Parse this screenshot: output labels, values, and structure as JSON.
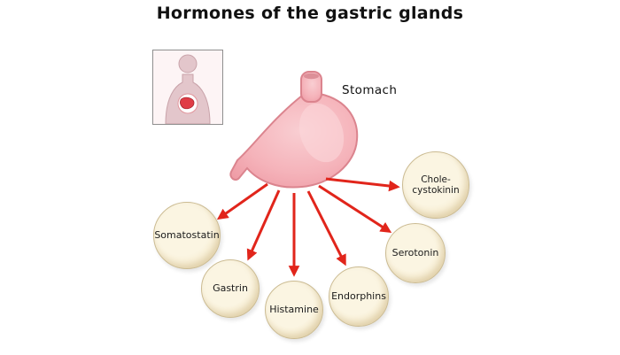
{
  "title": "Hormones of the gastric glands",
  "stomach": {
    "label": "Stomach"
  },
  "hormones": [
    {
      "label": "Somatostatin"
    },
    {
      "label": "Gastrin"
    },
    {
      "label": "Histamine"
    },
    {
      "label": "Endorphins"
    },
    {
      "label": "Serotonin"
    },
    {
      "label": "Chole-\ncystokinin"
    }
  ],
  "colors": {
    "arrow": "#e1251b",
    "circle_fill": "#f7edd3",
    "circle_border": "#cbbb92",
    "stomach_fill": "#f5b3ba",
    "stomach_outline": "#db848e",
    "inset_body": "#e3c6cb"
  }
}
